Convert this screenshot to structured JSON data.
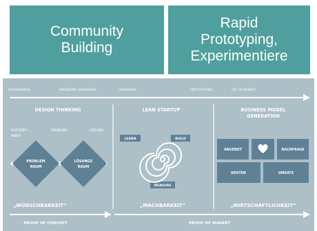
{
  "tiles": {
    "left": {
      "line1": "Community",
      "line2": "Building"
    },
    "right": {
      "line1": "Rapid",
      "line2": "Prototyping,",
      "line3": "Experimentiere"
    }
  },
  "colors": {
    "tile": "#4f9f9e",
    "panel": "#a8bcc4",
    "accent": "#ffffff"
  },
  "diagram": {
    "top_arrow": {
      "explorieren": "EXPLORIEREN",
      "probleme": "PROBLEME VALIDIEREN",
      "loesungen": "LÖSUNGEN",
      "prototyping": "PROTOTYPING",
      "go_to_market": "GO TO MARKET"
    },
    "design_thinking": {
      "title": "DESIGN THINKING",
      "nutzer_a": "NUTZER*I",
      "nutzer_b": "NNEN",
      "problem": "PROBLEM",
      "loesung": "LÖSUNG",
      "problemraum_a": "PROBLEM",
      "problemraum_b": "RAUM",
      "loesungsraum_a": "LÖSUNGS",
      "loesungsraum_b": "RAUM",
      "quote": "„WÜNSCHBARKEIT“"
    },
    "lean_startup": {
      "title": "LEAN STARTUP",
      "learn": "LEARN",
      "build": "BUILD",
      "measure": "MEASURE",
      "quote": "„MACHBARKEIT“"
    },
    "business_model": {
      "title_a": "BUSINESS MODEL",
      "title_b": "GENERATION",
      "angebot": "ANGEBOT",
      "nachfrage": "NACHFRAGE",
      "kosten": "KOSTEN",
      "umsatz": "UMSATZ",
      "quote": "„WIRTSCHAFTLICHKEIT“"
    },
    "bottom": {
      "proof_of_concept": "PROOF OF CONCEPT",
      "proof_of_market": "PROOF OF MARKET"
    }
  }
}
